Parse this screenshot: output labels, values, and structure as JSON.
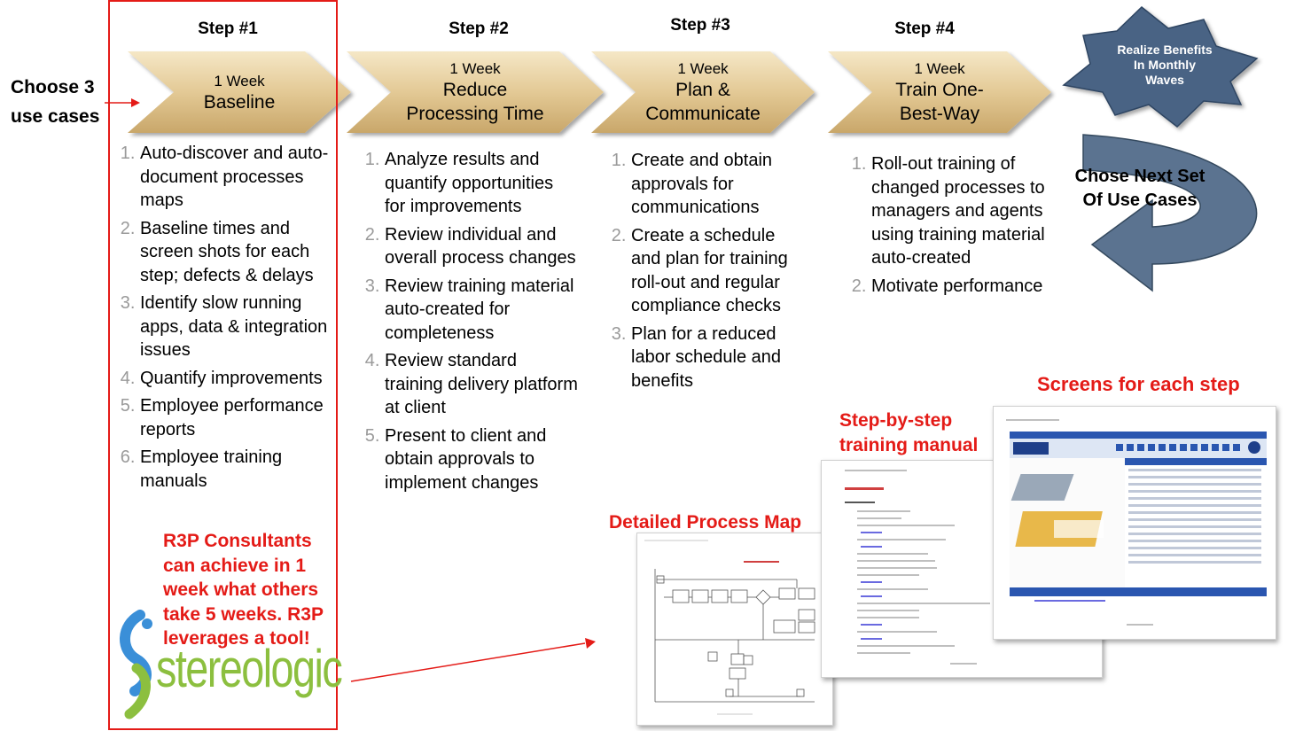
{
  "choose": "Choose 3\nuse cases",
  "steps": [
    {
      "title": "Step #1",
      "duration": "1 Week",
      "name": "Baseline",
      "items": [
        "Auto-discover and auto-document processes maps",
        "Baseline times and screen shots for each step; defects & delays",
        "Identify slow running apps, data & integration issues",
        "Quantify improvements",
        "Employee performance reports",
        "Employee training manuals"
      ]
    },
    {
      "title": "Step #2",
      "duration": "1 Week",
      "name": "Reduce\nProcessing Time",
      "items": [
        "Analyze results and quantify opportunities for improvements",
        "Review individual and overall process changes",
        "Review training material auto-created for completeness",
        "Review standard training delivery platform at client",
        "Present to client and obtain approvals to implement changes"
      ]
    },
    {
      "title": "Step #3",
      "duration": "1 Week",
      "name": "Plan &\nCommunicate",
      "items": [
        "Create and obtain approvals for communications",
        "Create a schedule and plan for training roll-out and regular compliance checks",
        "Plan for a reduced labor schedule and benefits"
      ]
    },
    {
      "title": "Step #4",
      "duration": "1 Week",
      "name": "Train One-\nBest-Way",
      "items": [
        "Roll-out training of changed processes to managers and agents using training material auto-created",
        "Motivate performance"
      ]
    }
  ],
  "realize": "Realize Benefits\nIn Monthly\nWaves",
  "next_set": "Chose Next Set\nOf Use Cases",
  "r3p": "R3P Consultants can achieve in 1 week what others take 5 weeks. R3P leverages a tool!",
  "logo_text": "stereologic",
  "labels": {
    "process_map": "Detailed Process Map",
    "manual": "Step-by-step\ntraining manual",
    "screens": "Screens for each step"
  },
  "colors": {
    "chevron": "#e8d4a8",
    "red": "#e41b17",
    "star": "#4a6484",
    "arrow": "#5b7390",
    "logo_blue": "#3a8fd8",
    "logo_green": "#8cbf3f"
  }
}
